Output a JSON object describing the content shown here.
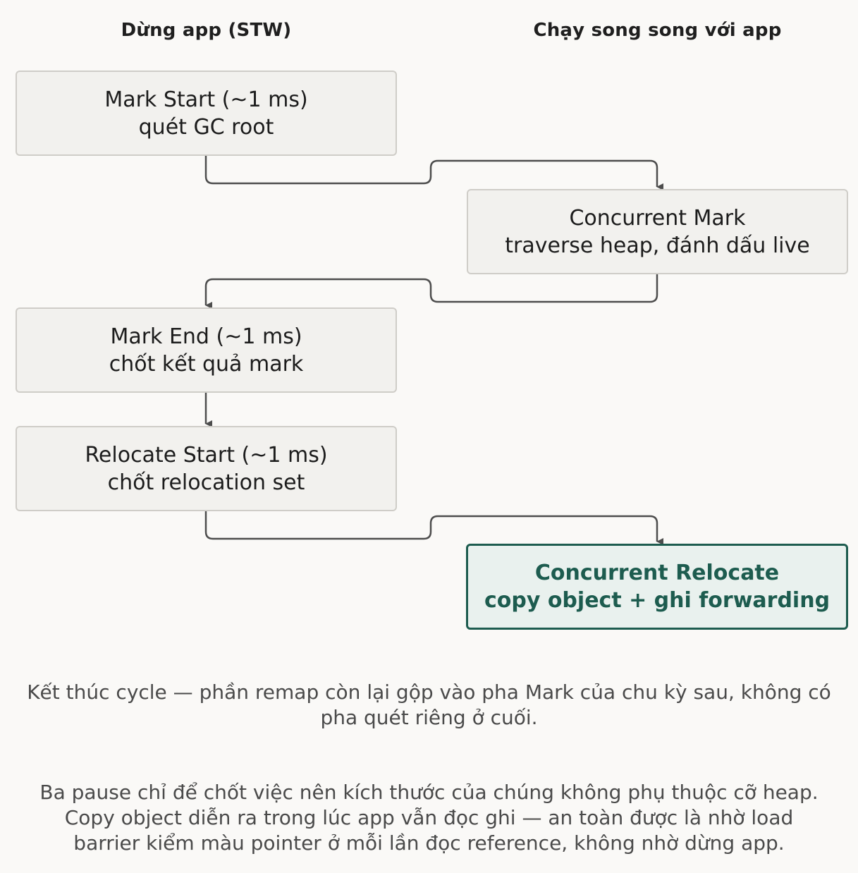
{
  "columns": {
    "left": "Dừng app (STW)",
    "right": "Chạy song song với app"
  },
  "nodes": {
    "mark_start": {
      "line1": "Mark Start (~1 ms)",
      "line2": "quét GC root"
    },
    "concurrent_mark": {
      "line1": "Concurrent Mark",
      "line2": "traverse heap, đánh dấu live"
    },
    "mark_end": {
      "line1": "Mark End (~1 ms)",
      "line2": "chốt kết quả mark"
    },
    "relocate_start": {
      "line1": "Relocate Start (~1 ms)",
      "line2": "chốt relocation set"
    },
    "concurrent_relocate": {
      "line1": "Concurrent Relocate",
      "line2": "copy object + ghi forwarding"
    }
  },
  "notes": {
    "end_cycle": "Kết thúc cycle — phần remap còn lại gộp vào pha Mark của chu kỳ sau, không có pha quét riêng ở cuối.",
    "summary_line1": "Ba pause chỉ để chốt việc nên kích thước của chúng không phụ thuộc cỡ heap.",
    "summary_line2": "Copy object diễn ra trong lúc app vẫn đọc ghi — an toàn được là nhờ load",
    "summary_line3": "barrier kiểm màu pointer ở mỗi lần đọc reference, không nhờ dừng app."
  },
  "colors": {
    "node_fill": "#f2f1ee",
    "node_border": "#cfcdc8",
    "highlight_fill": "#e9f1ee",
    "highlight_border": "#1d5c4f",
    "edge": "#4d4d4d",
    "note_text": "#4a4a4a"
  }
}
